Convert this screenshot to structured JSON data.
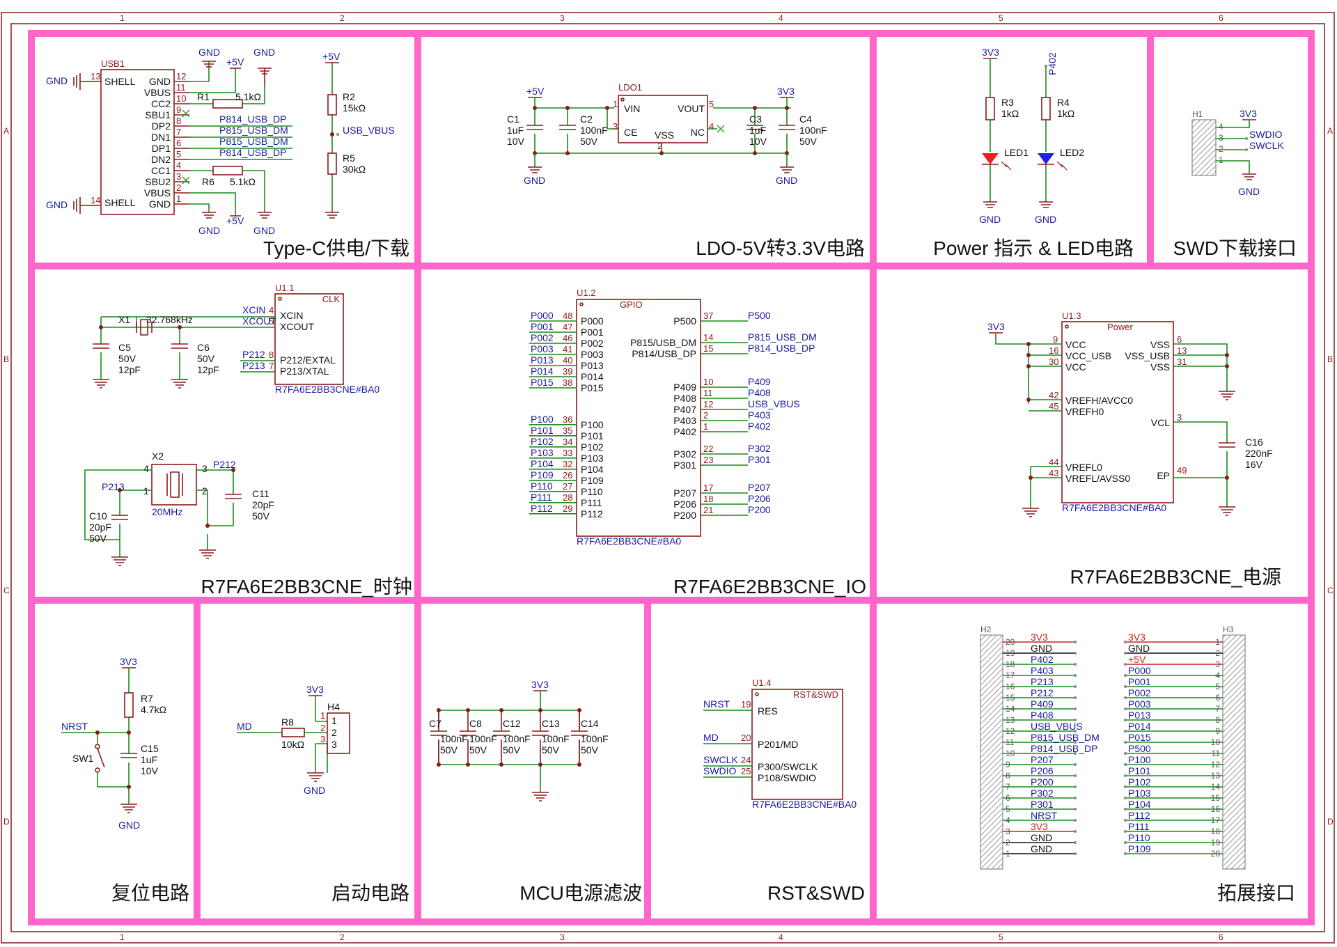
{
  "frame": {
    "cols": [
      "1",
      "2",
      "3",
      "4",
      "5",
      "6"
    ],
    "rows": [
      "A",
      "B",
      "C",
      "D"
    ]
  },
  "titles": {
    "typec": "Type-C供电/下载",
    "ldo": "LDO-5V转3.3V电路",
    "power": "Power 指示 & LED电路",
    "swd": "SWD下载接口",
    "clock": "R7FA6E2BB3CNE_时钟",
    "io": "R7FA6E2BB3CNE_IO",
    "pwr": "R7FA6E2BB3CNE_电源",
    "reset": "复位电路",
    "boot": "启动电路",
    "filter": "MCU电源滤波",
    "rstswd": "RST&SWD",
    "ext": "拓展接口"
  },
  "typec": {
    "ref": "USB1",
    "gnd_l1": "GND",
    "gnd_l2": "GND",
    "p_shell": "SHELL",
    "p_gnd": "GND",
    "p_vbus": "VBUS",
    "p_cc2": "CC2",
    "p_sbu1": "SBU1",
    "p_dp2": "DP2",
    "p_dn1": "DN1",
    "p_dp1": "DP1",
    "p_dn2": "DN2",
    "p_cc1": "CC1",
    "p_sbu2": "SBU2",
    "n13": "13",
    "n12": "12",
    "n11": "11",
    "n10": "10",
    "n9": "9",
    "n8": "8",
    "n7": "7",
    "n6": "6",
    "n5": "5",
    "n4": "4",
    "n3": "3",
    "n2": "2",
    "n1": "1",
    "n14": "14",
    "r1": "R1",
    "r1v": "5.1kΩ",
    "r6": "R6",
    "r6v": "5.1kΩ",
    "gnd": "GND",
    "p5v": "+5V",
    "net_dp": "P814_USB_DP",
    "net_dm": "P815_USB_DM",
    "r2": "R2",
    "r2v": "15kΩ",
    "r5": "R5",
    "r5v": "30kΩ",
    "usbvbus": "USB_VBUS"
  },
  "ldo": {
    "p5v": "+5V",
    "v33": "3V3",
    "c1": "C1",
    "c1v": "1uF",
    "c1r": "10V",
    "c2": "C2",
    "c2v": "100nF",
    "c2r": "50V",
    "c3": "C3",
    "c3v": "1uF",
    "c3r": "10V",
    "c4": "C4",
    "c4v": "100nF",
    "c4r": "50V",
    "ref": "LDO1",
    "vin": "VIN",
    "vout": "VOUT",
    "ce": "CE",
    "nc": "NC",
    "vss": "VSS",
    "gnd": "GND",
    "n1": "1",
    "n3": "3",
    "n5": "5",
    "n4": "4",
    "n2": "2"
  },
  "led": {
    "v33": "3V3",
    "p402": "P402",
    "r3": "R3",
    "r3v": "1kΩ",
    "r4": "R4",
    "r4v": "1kΩ",
    "led1": "LED1",
    "led2": "LED2",
    "gnd": "GND"
  },
  "swdh": {
    "ref": "H1",
    "v33": "3V3",
    "swdio": "SWDIO",
    "swclk": "SWCLK",
    "gnd": "GND",
    "n4": "4",
    "n3": "3",
    "n2": "2",
    "n1": "1"
  },
  "clk": {
    "ref": "U1.1",
    "name": "CLK",
    "xcin": "XCIN",
    "xcout": "XCOUT",
    "p212e": "P212/EXTAL",
    "p213x": "P213/XTAL",
    "part": "R7FA6E2BB3CNE#BA0",
    "x1": "X1",
    "x1v": "32.768kHz",
    "c5": "C5",
    "c5v": "50V",
    "c5c": "12pF",
    "c6": "C6",
    "c6v": "50V",
    "c6c": "12pF",
    "net_p212": "P212",
    "net_p213": "P213",
    "n4": "4",
    "n5": "5",
    "n8": "8",
    "n7": "7",
    "x2": "X2",
    "x2v": "20MHz",
    "c10": "C10",
    "c10v": "20pF",
    "c10r": "50V",
    "c11": "C11",
    "c11v": "20pF",
    "c11r": "50V",
    "x2n4": "4",
    "x2n3": "3",
    "x2n1": "1",
    "x2n2": "2"
  },
  "io": {
    "ref": "U1.2",
    "name": "GPIO",
    "part": "R7FA6E2BB3CNE#BA0",
    "left": [
      [
        "P000",
        "48"
      ],
      [
        "P001",
        "47"
      ],
      [
        "P002",
        "46"
      ],
      [
        "P003",
        "41"
      ],
      [
        "P013",
        "40"
      ],
      [
        "P014",
        "39"
      ],
      [
        "P015",
        "38"
      ],
      [
        "P100",
        "36"
      ],
      [
        "P101",
        "35"
      ],
      [
        "P102",
        "34"
      ],
      [
        "P103",
        "33"
      ],
      [
        "P104",
        "32"
      ],
      [
        "P109",
        "26"
      ],
      [
        "P110",
        "27"
      ],
      [
        "P111",
        "28"
      ],
      [
        "P112",
        "29"
      ]
    ],
    "right": [
      [
        "P500",
        "37",
        "P500"
      ],
      [
        "P815/USB_DM",
        "14",
        "P815_USB_DM"
      ],
      [
        "P814/USB_DP",
        "15",
        "P814_USB_DP"
      ],
      [
        "P409",
        "10",
        "P409"
      ],
      [
        "P408",
        "11",
        "P408"
      ],
      [
        "P407",
        "12",
        "USB_VBUS"
      ],
      [
        "P403",
        "2",
        "P403"
      ],
      [
        "P402",
        "1",
        "P402"
      ],
      [
        "P302",
        "22",
        "P302"
      ],
      [
        "P301",
        "23",
        "P301"
      ],
      [
        "P207",
        "17",
        "P207"
      ],
      [
        "P206",
        "18",
        "P206"
      ],
      [
        "P200",
        "21",
        "P200"
      ]
    ]
  },
  "pwr": {
    "ref": "U1.3",
    "name": "Power",
    "part": "R7FA6E2BB3CNE#BA0",
    "v33": "3V3",
    "vcc": "VCC",
    "vccusb": "VCC_USB",
    "vrefh": "VREFH/AVCC0",
    "vrefh0": "VREFH0",
    "vrefl0": "VREFL0",
    "vrefl": "VREFL/AVSS0",
    "vss": "VSS",
    "vssusb": "VSS_USB",
    "vcl": "VCL",
    "ep": "EP",
    "n9": "9",
    "n16": "16",
    "n30": "30",
    "n42": "42",
    "n45": "45",
    "n44": "44",
    "n43": "43",
    "n6": "6",
    "n13": "13",
    "n31": "31",
    "n3": "3",
    "n49": "49",
    "c16": "C16",
    "c16v": "220nF",
    "c16r": "16V"
  },
  "rst": {
    "v33": "3V3",
    "r7": "R7",
    "r7v": "4.7kΩ",
    "nrst": "NRST",
    "sw1": "SW1",
    "c15": "C15",
    "c15v": "1uF",
    "c15r": "10V",
    "gnd": "GND"
  },
  "boot": {
    "v33": "3V3",
    "md": "MD",
    "r8": "R8",
    "r8v": "10kΩ",
    "h4": "H4",
    "n1": "1",
    "n2": "2",
    "n3": "3",
    "gnd": "GND"
  },
  "filt": {
    "v33": "3V3",
    "caps": [
      [
        "C7",
        "100nF",
        "50V"
      ],
      [
        "C8",
        "100nF",
        "50V"
      ],
      [
        "C12",
        "100nF",
        "50V"
      ],
      [
        "C13",
        "100nF",
        "50V"
      ],
      [
        "C14",
        "100nF",
        "50V"
      ]
    ]
  },
  "rsw": {
    "ref": "U1.4",
    "name": "RST&SWD",
    "part": "R7FA6E2BB3CNE#BA0",
    "res": "RES",
    "p201": "P201/MD",
    "p300": "P300/SWCLK",
    "p108": "P108/SWDIO",
    "nrst": "NRST",
    "md": "MD",
    "swclk": "SWCLK",
    "swdio": "SWDIO",
    "n19": "19",
    "n20": "20",
    "n24": "24",
    "n25": "25"
  },
  "ext": {
    "h2": "H2",
    "h3": "H3",
    "h2pins": [
      [
        "20",
        "3V3"
      ],
      [
        "19",
        "GND"
      ],
      [
        "18",
        "P402"
      ],
      [
        "17",
        "P403"
      ],
      [
        "16",
        "P213"
      ],
      [
        "15",
        "P212"
      ],
      [
        "14",
        "P409"
      ],
      [
        "13",
        "P408"
      ],
      [
        "12",
        "USB_VBUS"
      ],
      [
        "11",
        "P815_USB_DM"
      ],
      [
        "10",
        "P814_USB_DP"
      ],
      [
        "9",
        "P207"
      ],
      [
        "8",
        "P206"
      ],
      [
        "7",
        "P200"
      ],
      [
        "6",
        "P302"
      ],
      [
        "5",
        "P301"
      ],
      [
        "4",
        "NRST"
      ],
      [
        "3",
        "3V3"
      ],
      [
        "2",
        "GND"
      ],
      [
        "1",
        "GND"
      ]
    ],
    "h3pins": [
      [
        "1",
        "3V3"
      ],
      [
        "2",
        "GND"
      ],
      [
        "3",
        "+5V"
      ],
      [
        "4",
        "P000"
      ],
      [
        "5",
        "P001"
      ],
      [
        "6",
        "P002"
      ],
      [
        "7",
        "P003"
      ],
      [
        "8",
        "P013"
      ],
      [
        "9",
        "P014"
      ],
      [
        "10",
        "P015"
      ],
      [
        "11",
        "P500"
      ],
      [
        "12",
        "P100"
      ],
      [
        "13",
        "P101"
      ],
      [
        "14",
        "P102"
      ],
      [
        "15",
        "P103"
      ],
      [
        "16",
        "P104"
      ],
      [
        "17",
        "P112"
      ],
      [
        "18",
        "P111"
      ],
      [
        "19",
        "P110"
      ],
      [
        "20",
        "P109"
      ]
    ]
  }
}
